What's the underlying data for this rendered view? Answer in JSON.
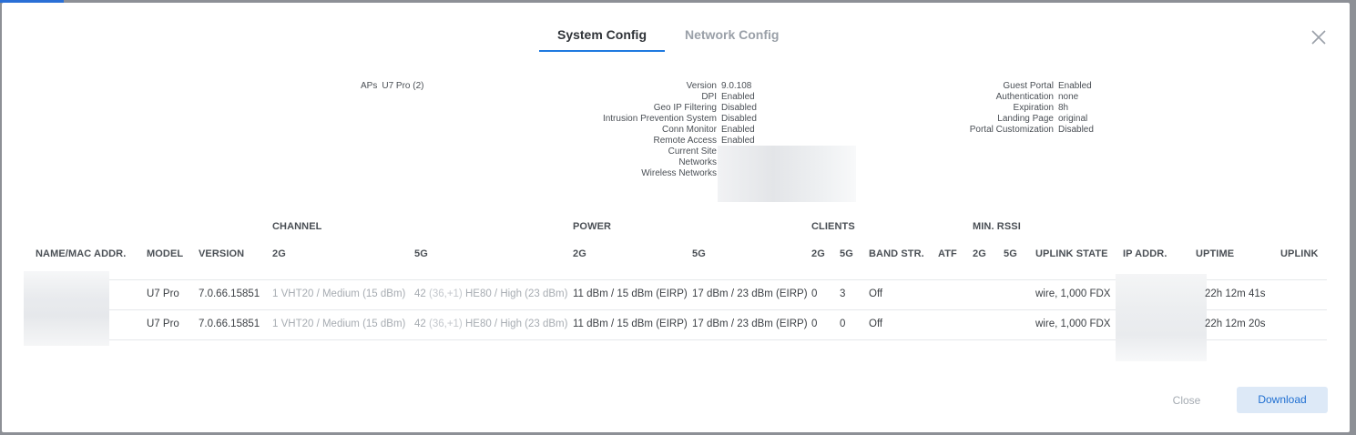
{
  "tabs": [
    {
      "label": "System Config",
      "active": true
    },
    {
      "label": "Network Config",
      "active": false
    }
  ],
  "summary": {
    "aps": {
      "label": "APs",
      "value": "U7 Pro (2)"
    },
    "system": [
      {
        "label": "Version",
        "value": "9.0.108"
      },
      {
        "label": "DPI",
        "value": "Enabled"
      },
      {
        "label": "Geo IP Filtering",
        "value": "Disabled"
      },
      {
        "label": "Intrusion Prevention System",
        "value": "Disabled"
      },
      {
        "label": "Conn Monitor",
        "value": "Enabled"
      },
      {
        "label": "Remote Access",
        "value": "Enabled"
      },
      {
        "label": "Current Site",
        "value": ""
      },
      {
        "label": "Networks",
        "value": ""
      },
      {
        "label": "Wireless Networks",
        "value": ""
      }
    ],
    "portal": [
      {
        "label": "Guest Portal",
        "value": "Enabled"
      },
      {
        "label": "Authentication",
        "value": "none"
      },
      {
        "label": "Expiration",
        "value": "8h"
      },
      {
        "label": "Landing Page",
        "value": "original"
      },
      {
        "label": "Portal Customization",
        "value": "Disabled"
      }
    ]
  },
  "table": {
    "groups": {
      "channel": "CHANNEL",
      "power": "POWER",
      "clients": "CLIENTS",
      "min_rssi": "MIN. RSSI"
    },
    "headers": {
      "name": "NAME/MAC ADDR.",
      "model": "MODEL",
      "version": "VERSION",
      "ch_2g": "2G",
      "ch_5g": "5G",
      "pw_2g": "2G",
      "pw_5g": "5G",
      "cl_2g": "2G",
      "cl_5g": "5G",
      "band_str": "BAND STR.",
      "atf": "ATF",
      "rssi_2g": "2G",
      "rssi_5g": "5G",
      "uplink_state": "UPLINK STATE",
      "ip": "IP ADDR.",
      "uptime": "UPTIME",
      "uplink": "UPLINK"
    },
    "rows": [
      {
        "model": "U7 Pro",
        "version": "7.0.66.15851",
        "ch_2g": "1 VHT20  / Medium (15 dBm)",
        "ch_5g_main": "42",
        "ch_5g_ext": "(36,+1)",
        "ch_5g_rest": "HE80  / High (23 dBm)",
        "pw_2g": "11 dBm / 15 dBm (EIRP)",
        "pw_5g": "17 dBm / 23 dBm (EIRP)",
        "cl_2g": "0",
        "cl_5g": "3",
        "band_str": "Off",
        "uplink_state": "wire, 1,000 FDX",
        "uptime": "22h 12m 41s"
      },
      {
        "model": "U7 Pro",
        "version": "7.0.66.15851",
        "ch_2g": "1 VHT20  / Medium (15 dBm)",
        "ch_5g_main": "42",
        "ch_5g_ext": "(36,+1)",
        "ch_5g_rest": "HE80  / High (23 dBm)",
        "pw_2g": "11 dBm / 15 dBm (EIRP)",
        "pw_5g": "17 dBm / 23 dBm (EIRP)",
        "cl_2g": "0",
        "cl_5g": "0",
        "band_str": "Off",
        "uplink_state": "wire, 1,000 FDX",
        "uptime": "22h 12m 20s"
      }
    ]
  },
  "footer": {
    "close_label": "Close",
    "download_label": "Download"
  },
  "colors": {
    "accent": "#1f7ae0",
    "download_bg": "#dde9f7"
  }
}
